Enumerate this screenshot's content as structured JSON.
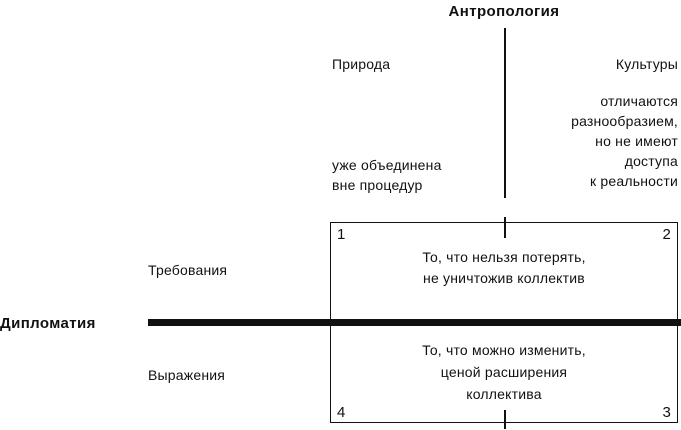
{
  "diagram": {
    "top_axis": {
      "title": "Антропология",
      "left_label": "Природа",
      "right_label": "Культуры",
      "left_note": "уже объединена\nвне процедур",
      "right_note": "отличаются\nразнообразием,\nно не имеют\nдоступа\nк реальности"
    },
    "left_axis": {
      "title": "Дипломатия",
      "top_label": "Требования",
      "bottom_label": "Выражения"
    },
    "quadrants": {
      "top": {
        "corner_left": "1",
        "corner_right": "2",
        "text": "То, что нельзя потерять,\nне уничтожив коллектив"
      },
      "bottom": {
        "corner_left": "4",
        "corner_right": "3",
        "text": "То, что можно изменить,\nценой расширения\nколлектива"
      }
    },
    "colors": {
      "line": "#111111",
      "background": "#ffffff"
    }
  }
}
